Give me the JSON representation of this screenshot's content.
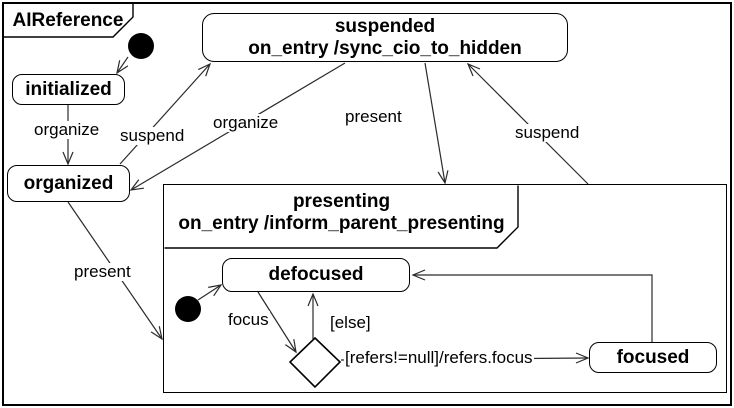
{
  "title": "AIReference",
  "states": {
    "initialized": "initialized",
    "organized": "organized",
    "defocused": "defocused",
    "focused": "focused",
    "suspended": {
      "name": "suspended",
      "entry": "on_entry /sync_cio_to_hidden"
    },
    "presenting": {
      "name": "presenting",
      "entry": "on_entry /inform_parent_presenting"
    }
  },
  "transitions": {
    "initialized_to_organized": "organize",
    "organized_to_suspended": "suspend",
    "suspended_to_organized": "organize",
    "suspended_to_presenting": "present",
    "presenting_to_suspended": "suspend",
    "organized_to_presenting": "present",
    "defocused_to_choice": "focus",
    "choice_to_defocused": "[else]",
    "choice_to_focused": "[refers!=null]/refers.focus"
  },
  "colors": {
    "line": "#2b2b2b",
    "node_fill": "#ffffff",
    "node_border": "#000000"
  }
}
